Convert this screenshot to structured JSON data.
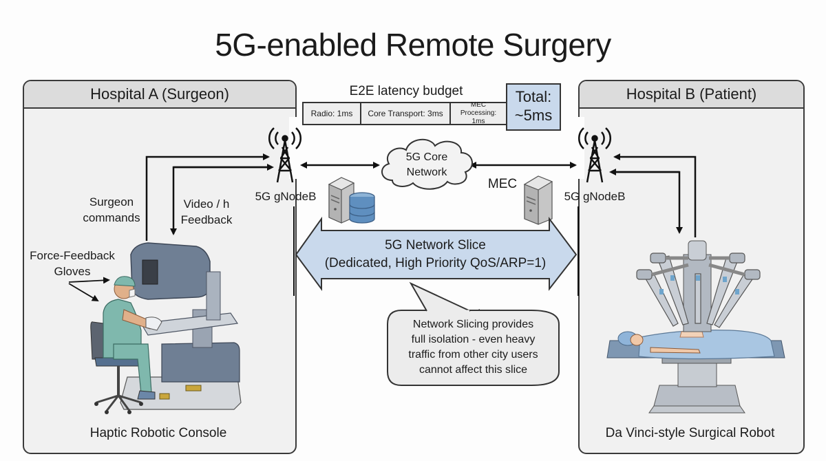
{
  "title": "5G-enabled Remote Surgery",
  "hospital_a": {
    "header": "Hospital A (Surgeon)",
    "gnodeb_label": "5G gNodeB",
    "surgeon_commands": [
      "Surgeon",
      "commands"
    ],
    "video_feedback": [
      "Video / h",
      "Feedback"
    ],
    "gloves_label": [
      "Force-Feedback",
      "Gloves"
    ],
    "console_label": "Haptic Robotic Console"
  },
  "hospital_b": {
    "header": "Hospital B (Patient)",
    "gnodeb_label": "5G gNodeB",
    "robot_label": "Da Vinci-style Surgical Robot"
  },
  "latency": {
    "title": "E2E latency budget",
    "segments": [
      {
        "label": "Radio: 1ms"
      },
      {
        "label": "Core Transport: 3ms"
      },
      {
        "label_line1": "MEC",
        "label_line2": "Processing: 1ms"
      }
    ],
    "total_line1": "Total:",
    "total_line2": "~5ms"
  },
  "core": {
    "cloud_line1": "5G Core",
    "cloud_line2": "Network",
    "mec_label": "MEC"
  },
  "slice": {
    "line1": "5G Network Slice",
    "line2": "(Dedicated, High Priority QoS/ARP=1)"
  },
  "callout": {
    "lines": [
      "Network Slicing provides",
      "full isolation - even heavy",
      "traffic from other city users",
      "cannot affect this slice"
    ]
  },
  "colors": {
    "slice_fill": "#c9d9ec",
    "panel_fill": "#f1f1f1",
    "header_fill": "#dcdcdc",
    "scrubs": "#7fb8ad",
    "machine": "#6f7f94",
    "drape": "#a9c6e2"
  }
}
